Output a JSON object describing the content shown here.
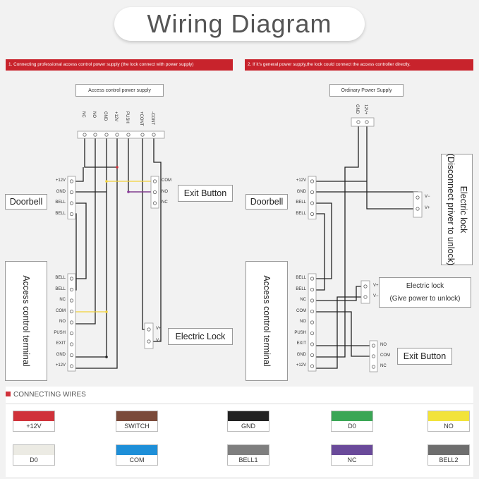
{
  "title": "Wiring Diagram",
  "left": {
    "banner": "1. Connecting professional access control power supply (the lock connect with power supply)",
    "psu_label": "Access control power supply",
    "psu_pins": [
      "NC",
      "NO",
      "GND",
      "+12V",
      "PUSH",
      "+CONT",
      "-CONT"
    ],
    "doorbell_label": "Doorbell",
    "doorbell_pins": [
      "+12V",
      "GND",
      "BELL",
      "BELL"
    ],
    "exit_label": "Exit Button",
    "exit_pins": [
      "COM",
      "NO",
      "NC"
    ],
    "terminal_label": "Access control terminal",
    "terminal_pins": [
      "BELL",
      "BELL",
      "NC",
      "COM",
      "NO",
      "PUSH",
      "EXIT",
      "GND",
      "+12V"
    ],
    "lock_label": "Electric Lock",
    "lock_pins": [
      "V+",
      "V−"
    ]
  },
  "right": {
    "banner": "2. If it's general power supply,the lock could connect the access controller directly.",
    "psu_label": "Ordinary Power Supply",
    "psu_pins": [
      "GND",
      "12V+"
    ],
    "doorbell_label": "Doorbell",
    "doorbell_pins": [
      "+12V",
      "GND",
      "BELL",
      "BELL"
    ],
    "lock1_label": "Electric lock\n(Disconnect priver to unlock)",
    "lock1_pins": [
      "V−",
      "V+"
    ],
    "lock2_label": "Electric lock\n(Give power to unlock)",
    "lock2_pins": [
      "V+",
      "V−"
    ],
    "terminal_label": "Access control terminal",
    "terminal_pins": [
      "BELL",
      "BELL",
      "NC",
      "COM",
      "NO",
      "PUSH",
      "EXIT",
      "GND",
      "+12V"
    ],
    "exit_label": "Exit Button",
    "exit_pins": [
      "NO",
      "COM",
      "NC"
    ]
  },
  "legend": {
    "heading": "CONNECTING WIRES",
    "wires": [
      {
        "label": "+12V",
        "color": "#d0323a"
      },
      {
        "label": "SWITCH",
        "color": "#7a4a3a"
      },
      {
        "label": "GND",
        "color": "#222222"
      },
      {
        "label": "D0",
        "color": "#3aa655"
      },
      {
        "label": "NO",
        "color": "#f2e33a"
      },
      {
        "label": "D0",
        "color": "#ecebe4"
      },
      {
        "label": "COM",
        "color": "#1e8fd8"
      },
      {
        "label": "BELL1",
        "color": "#7f7f7f"
      },
      {
        "label": "NC",
        "color": "#6a4a9a"
      },
      {
        "label": "BELL2",
        "color": "#6e6e6e"
      }
    ]
  }
}
